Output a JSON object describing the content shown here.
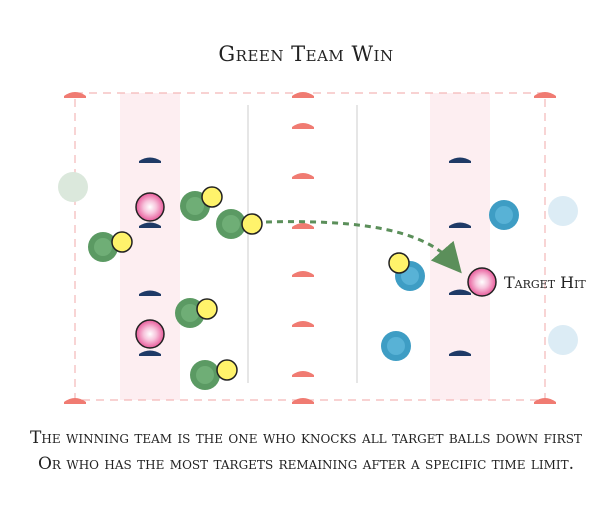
{
  "title": "Green Team Win",
  "annotation": {
    "target_label": "Target Hit"
  },
  "caption": {
    "line1": "The winning team is the one who knocks all target balls down first",
    "line2": "Or who has the most targets remaining after a specific time limit."
  },
  "colors": {
    "boundary_dash": "#f4b8b8",
    "zone_fill": "#fdeef1",
    "center_line": "#dddddd",
    "cone": "#f07b72",
    "marker": "#1f3a66",
    "green_team": "#5b9a63",
    "blue_team": "#3e9dc4",
    "ball": "#fff36b",
    "target": "#e85a9a",
    "arrow": "#5b8f5a"
  }
}
